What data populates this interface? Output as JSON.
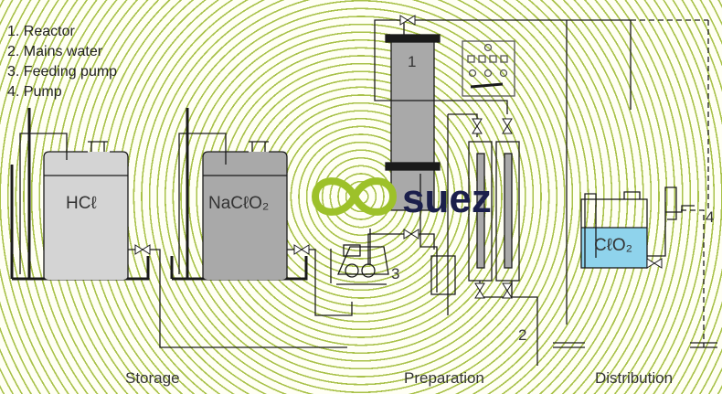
{
  "legend": {
    "items": [
      "1. Reactor",
      "2. Mains water",
      "3. Feeding pump",
      "4. Pump"
    ]
  },
  "tanks": {
    "hcl": {
      "label": "HCℓ",
      "fill": "#d4d4d4"
    },
    "naclo2": {
      "label": "NaCℓO₂",
      "fill": "#a9a9a9"
    },
    "clo2": {
      "label": "CℓO₂",
      "fill": "#8fd3ec"
    }
  },
  "reactor": {
    "label": "1",
    "fill": "#a9a9a9"
  },
  "callouts": {
    "mains_water": "2",
    "feeding_pump": "3",
    "pump": "4"
  },
  "sections": {
    "storage": "Storage",
    "preparation": "Preparation",
    "distribution": "Distribution"
  },
  "logo": {
    "text": "suez",
    "green": "#9dc12a",
    "navy": "#1b1f4b"
  },
  "colors": {
    "rings": "#a9c24a",
    "background": "#fffff4",
    "lines": "#1a1a1a"
  }
}
